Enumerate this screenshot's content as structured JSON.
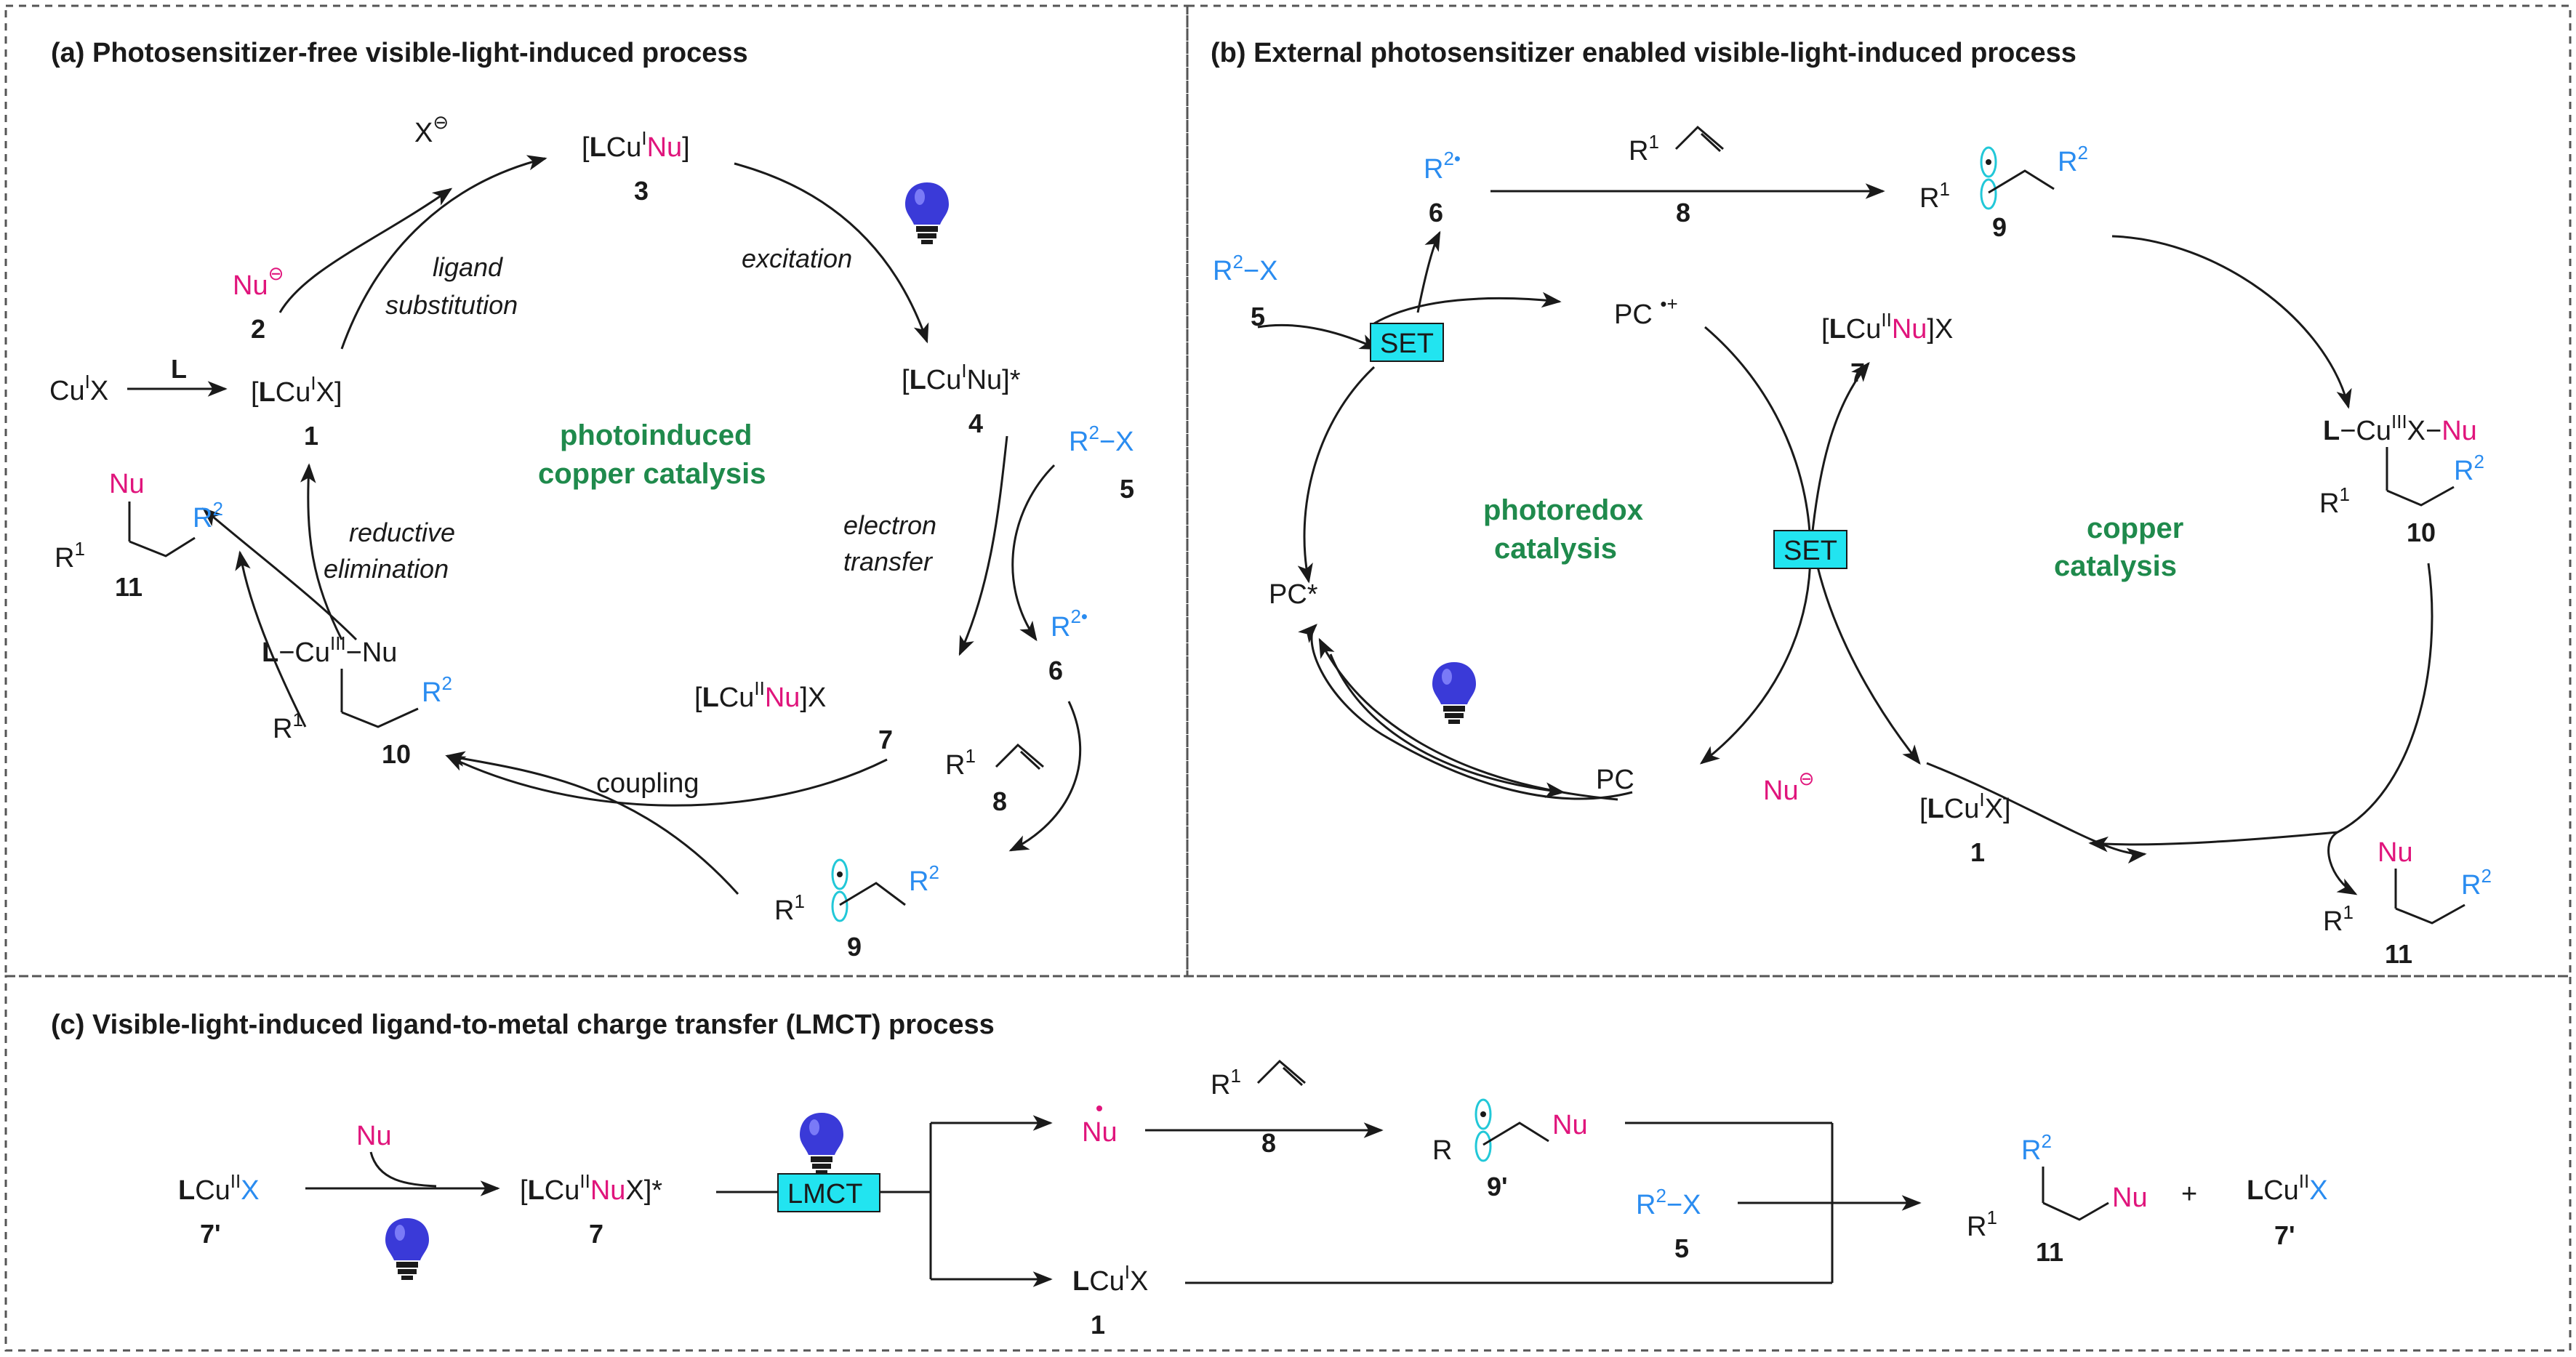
{
  "panels": {
    "a": {
      "title": "(a) Photosensitizer-free visible-light-induced process",
      "center_label_1": "photoinduced",
      "center_label_2": "copper catalysis",
      "step_ligand_1": "ligand",
      "step_ligand_2": "substitution",
      "step_excitation": "excitation",
      "step_electron_1": "electron",
      "step_electron_2": "transfer",
      "step_coupling": "coupling",
      "step_reductive_1": "reductive",
      "step_reductive_2": "elimination",
      "num_1": "1",
      "num_2": "2",
      "num_3": "3",
      "num_4": "4",
      "num_5": "5",
      "num_6": "6",
      "num_7": "7",
      "num_8": "8",
      "num_9": "9",
      "num_10": "10",
      "num_11": "11",
      "reagent_L": "L"
    },
    "b": {
      "title": "(b) External photosensitizer enabled visible-light-induced process",
      "photoredox_1": "photoredox",
      "photoredox_2": "catalysis",
      "copper_1": "copper",
      "copper_2": "catalysis",
      "set_1": "SET",
      "set_2": "SET",
      "pc": "PC",
      "pc_star": "PC*",
      "num_1": "1",
      "num_5": "5",
      "num_6": "6",
      "num_7": "7",
      "num_8": "8",
      "num_9": "9",
      "num_10": "10",
      "num_11": "11"
    },
    "c": {
      "title": "(c) Visible-light-induced ligand-to-metal charge transfer (LMCT) process",
      "lmct": "LMCT",
      "plus": "+",
      "num_7p": "7'",
      "num_7": "7",
      "num_8": "8",
      "num_9p": "9'",
      "num_5": "5",
      "num_1": "1",
      "num_11": "11",
      "num_7p_b": "7'"
    }
  },
  "colors": {
    "magenta": "#e0157c",
    "blue": "#2a8cf0",
    "green": "#1f8a4c",
    "cyan": "#22e4f0",
    "bulb": "#3a3ad8"
  },
  "icons": [
    "lightbulb-icon"
  ]
}
